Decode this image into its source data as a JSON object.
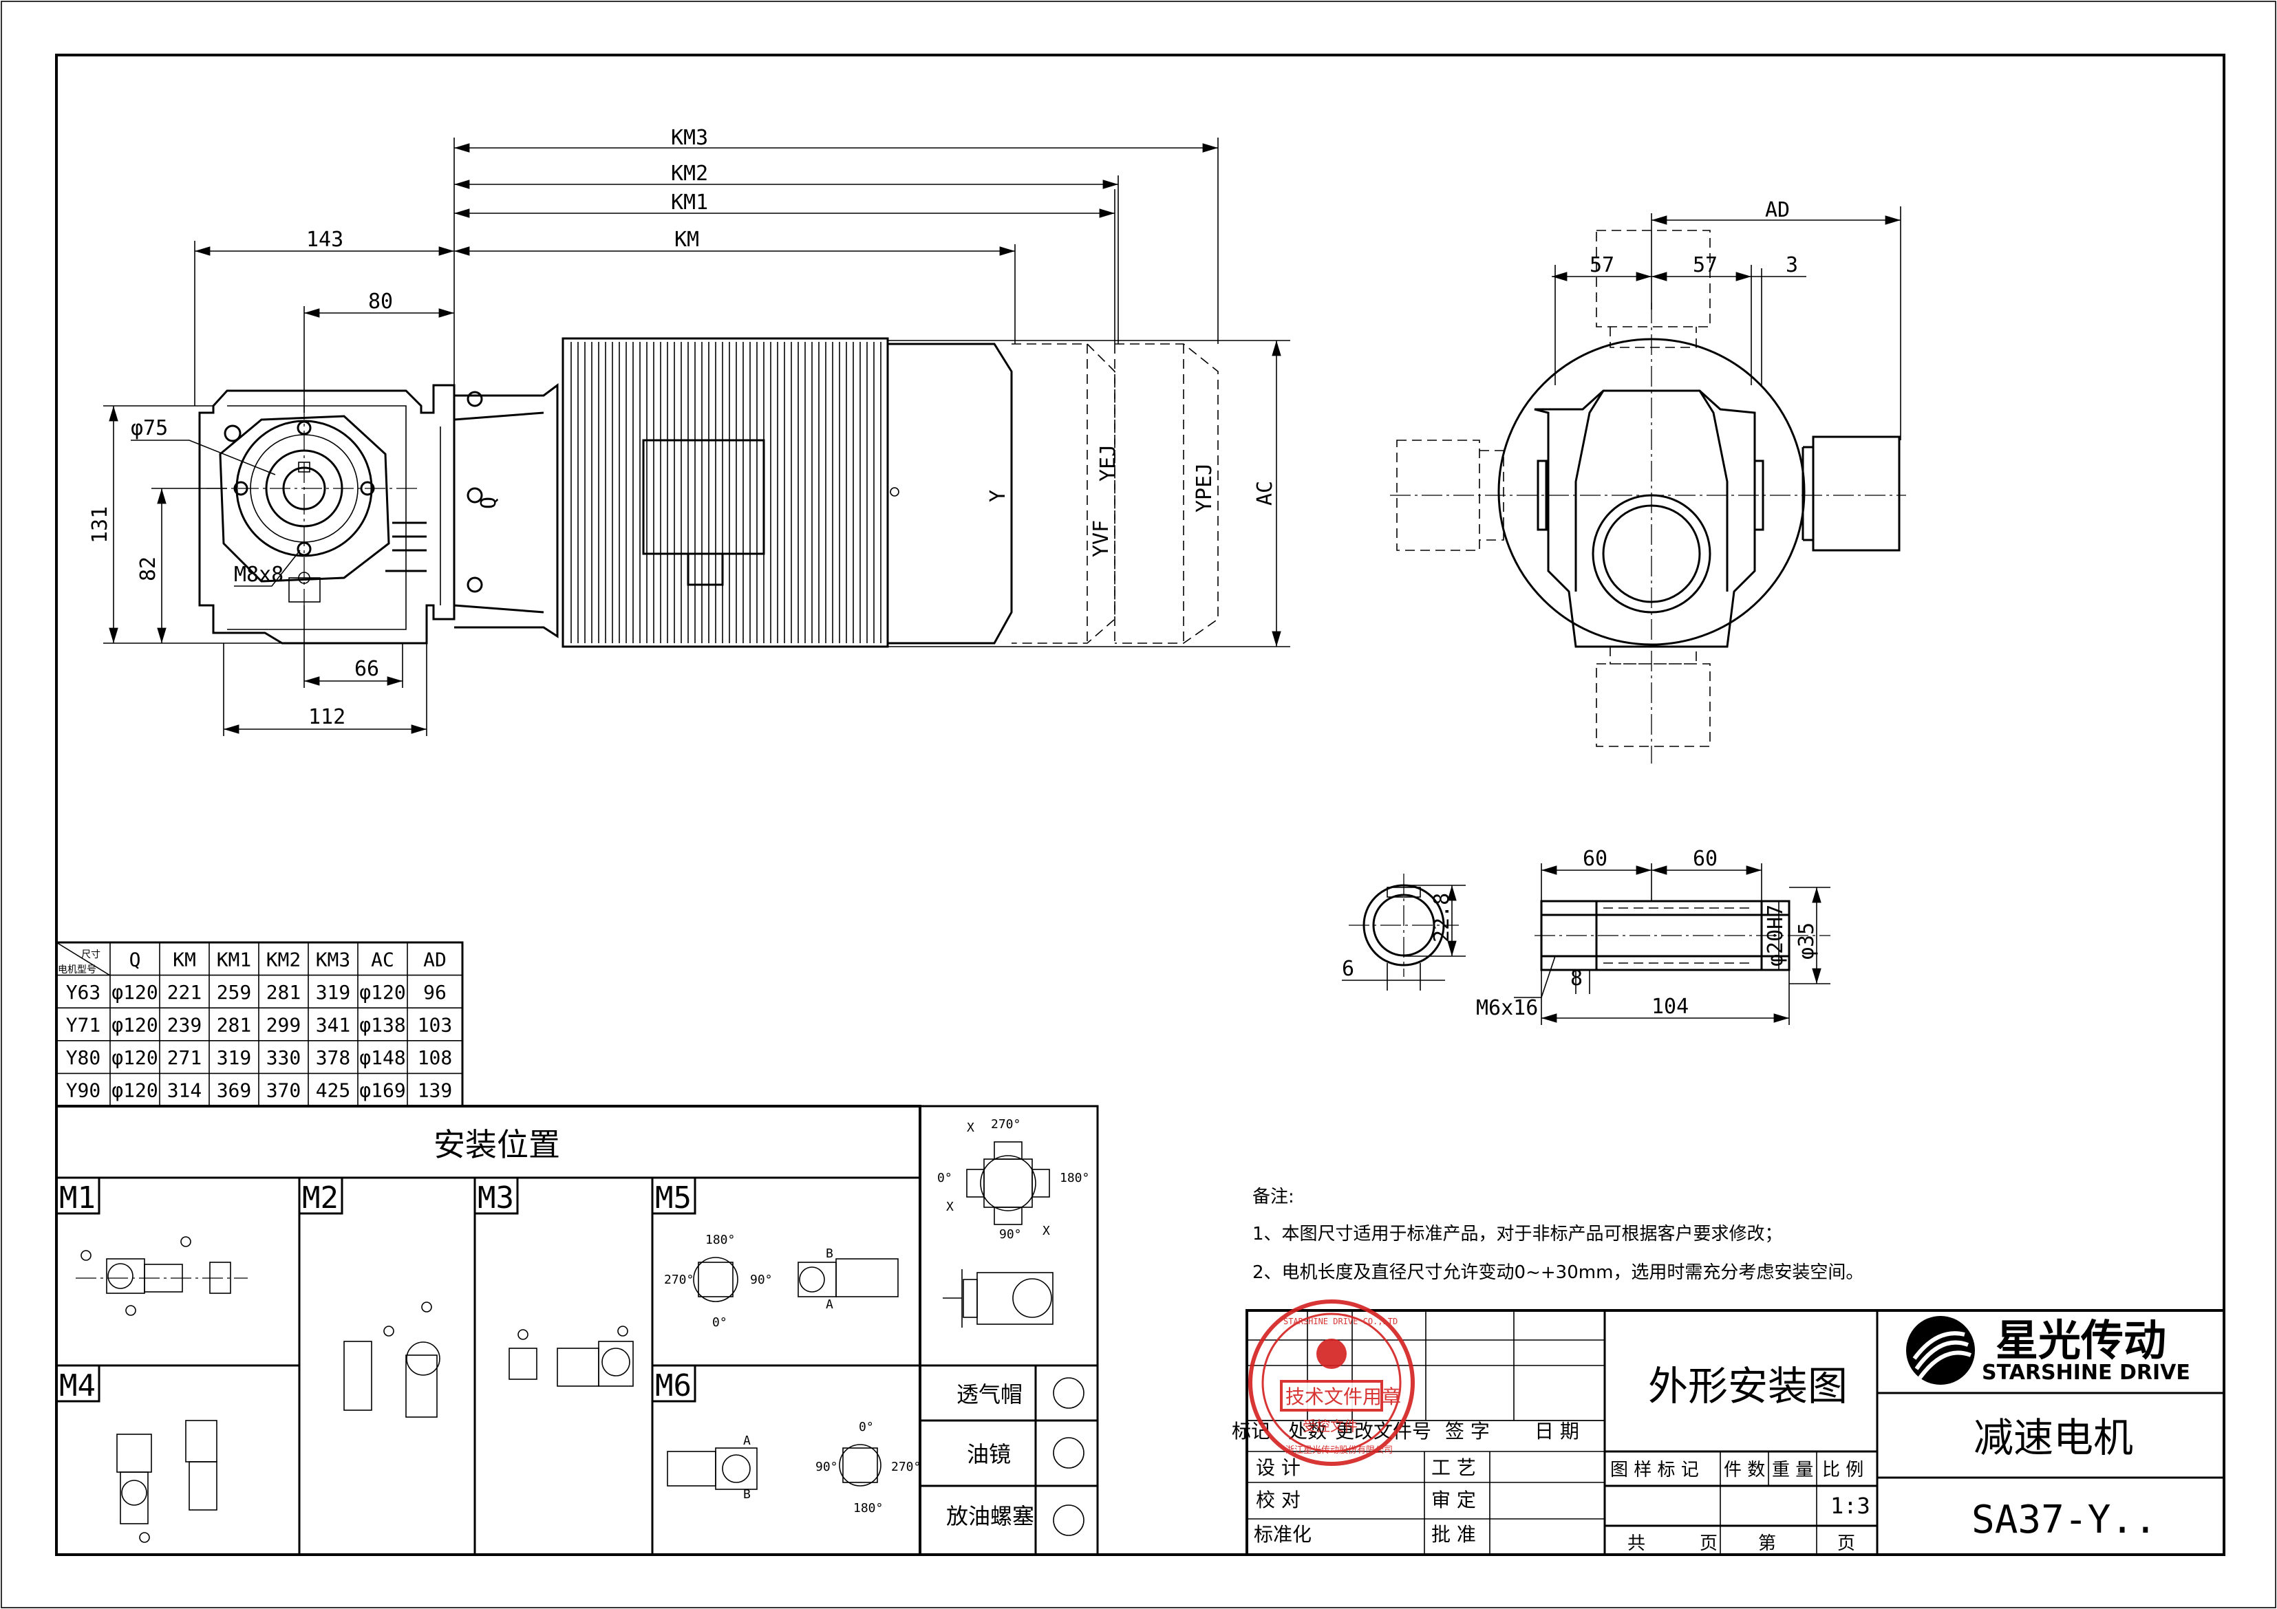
{
  "dimensions": {
    "km3": "KM3",
    "km2": "KM2",
    "km1": "KM1",
    "km": "KM",
    "d143": "143",
    "d80": "80",
    "d131": "131",
    "d82": "82",
    "phi75": "φ75",
    "m8x8": "M8x8",
    "d66": "66",
    "d112": "112",
    "q": "Q",
    "y": "Y",
    "yvf": "YVF",
    "yej": "YEJ",
    "ypej": "YPEJ",
    "ac": "AC",
    "ad": "AD",
    "d57a": "57",
    "d57b": "57",
    "d3": "3",
    "d60a": "60",
    "d60b": "60",
    "d22_8": "22.8",
    "d6": "6",
    "m6x16": "M6x16",
    "d8": "8",
    "d104": "104",
    "phi20h7": "φ20H7",
    "phi35": "φ35"
  },
  "spec_table": {
    "corner_top": "尺寸",
    "corner_bottom": "电机型号",
    "headers": [
      "Q",
      "KM",
      "KM1",
      "KM2",
      "KM3",
      "AC",
      "AD"
    ],
    "rows": [
      [
        "Y63",
        "φ120",
        "221",
        "259",
        "281",
        "319",
        "φ120",
        "96"
      ],
      [
        "Y71",
        "φ120",
        "239",
        "281",
        "299",
        "341",
        "φ138",
        "103"
      ],
      [
        "Y80",
        "φ120",
        "271",
        "319",
        "330",
        "378",
        "φ148",
        "108"
      ],
      [
        "Y90",
        "φ120",
        "314",
        "369",
        "370",
        "425",
        "φ169",
        "139"
      ]
    ]
  },
  "mounting": {
    "title": "安装位置",
    "labels": [
      "M1",
      "M2",
      "M3",
      "M4",
      "M5",
      "M6"
    ],
    "angles": [
      "270°",
      "0°",
      "180°",
      "90°",
      "X",
      "X",
      "X"
    ],
    "m5_angles": [
      "180°",
      "270°",
      "90°",
      "0°"
    ],
    "m6_angles": [
      "0°",
      "90°",
      "270°",
      "180°"
    ],
    "ab": [
      "A",
      "B"
    ],
    "legend": [
      "透气帽",
      "油镜",
      "放油螺塞"
    ]
  },
  "notes": {
    "title": "备注:",
    "line1": "1、本图尺寸适用于标准产品，对于非标产品可根据客户要求修改；",
    "line2": "2、电机长度及直径尺寸允许变动0~+30mm，选用时需充分考虑安装空间。"
  },
  "title_block": {
    "header": [
      "标记",
      "处数",
      "更改文件号",
      "签 字",
      "日 期"
    ],
    "design": "设 计",
    "process": "工 艺",
    "check": "校 对",
    "review": "审 定",
    "standard": "标准化",
    "approve": "批 准",
    "drawing_title": "外形安装图",
    "attr_headers": [
      "图 样 标 记",
      "件 数",
      "重 量",
      "比 例"
    ],
    "scale": "1:3",
    "total": "共",
    "sheet_word": "页",
    "of": "第",
    "page_word": "页",
    "company_cn": "星光传动",
    "company_en": "STARSHINE DRIVE",
    "product": "减速电机",
    "model": "SA37-Y..",
    "stamp_text": "技术文件用章",
    "stamp_sub": "受控文件",
    "stamp_ring": "STARSHINE DRIVE CO.,LTD",
    "stamp_ring_cn": "浙江星光传动股份有限公司"
  },
  "colors": {
    "stamp": "#d42020",
    "ink": "#000000"
  }
}
